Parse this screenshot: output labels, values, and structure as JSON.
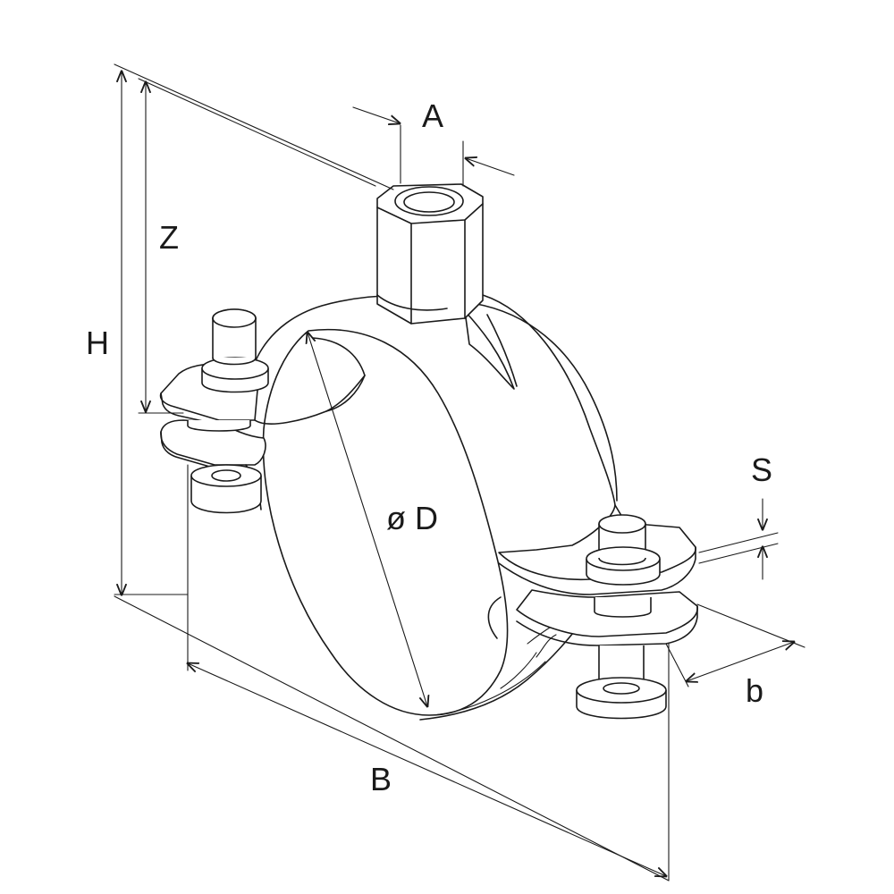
{
  "labels": {
    "A": "A",
    "Z": "Z",
    "H": "H",
    "S": "S",
    "D": "ø D",
    "b": "b",
    "B": "B"
  },
  "colors": {
    "line": "#1a1a1a",
    "background": "#ffffff"
  }
}
